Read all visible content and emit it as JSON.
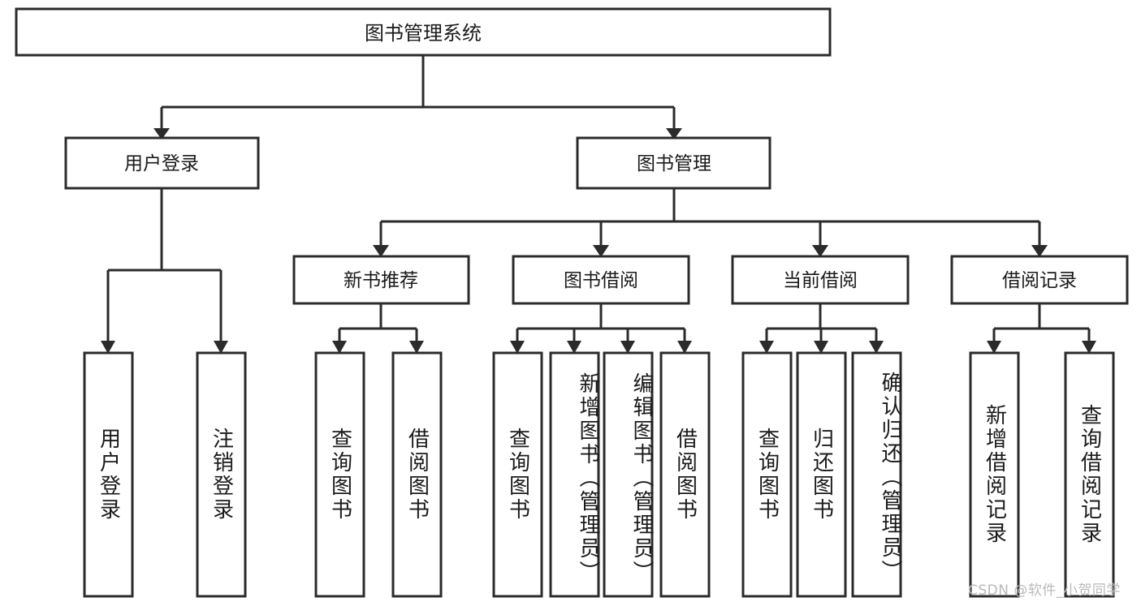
{
  "diagram": {
    "title": "图书管理系统",
    "type": "tree-hierarchy-diagram",
    "colors": {
      "stroke": "#2b2b2b",
      "fill": "#ffffff",
      "text": "#1a1a1a",
      "watermark": "#b9b9b9"
    },
    "root": {
      "label": "图书管理系统"
    },
    "level2": [
      {
        "label": "用户登录"
      },
      {
        "label": "图书管理"
      }
    ],
    "level3": [
      {
        "label": "新书推荐"
      },
      {
        "label": "图书借阅"
      },
      {
        "label": "当前借阅"
      },
      {
        "label": "借阅记录"
      }
    ],
    "leaves": {
      "user_login": [
        {
          "label": "用户登录"
        },
        {
          "label": "注销登录"
        }
      ],
      "new_book_recommend": [
        {
          "label": "查询图书"
        },
        {
          "label": "借阅图书"
        }
      ],
      "book_borrow": [
        {
          "label": "查询图书"
        },
        {
          "label": "新增图书（管理员）"
        },
        {
          "label": "编辑图书（管理员）"
        },
        {
          "label": "借阅图书"
        }
      ],
      "current_borrow": [
        {
          "label": "查询图书"
        },
        {
          "label": "归还图书"
        },
        {
          "label": "确认归还（管理员）"
        }
      ],
      "borrow_record": [
        {
          "label": "新增借阅记录"
        },
        {
          "label": "查询借阅记录"
        }
      ]
    }
  },
  "watermark": {
    "text": "CSDN @软件_小贺同学"
  }
}
